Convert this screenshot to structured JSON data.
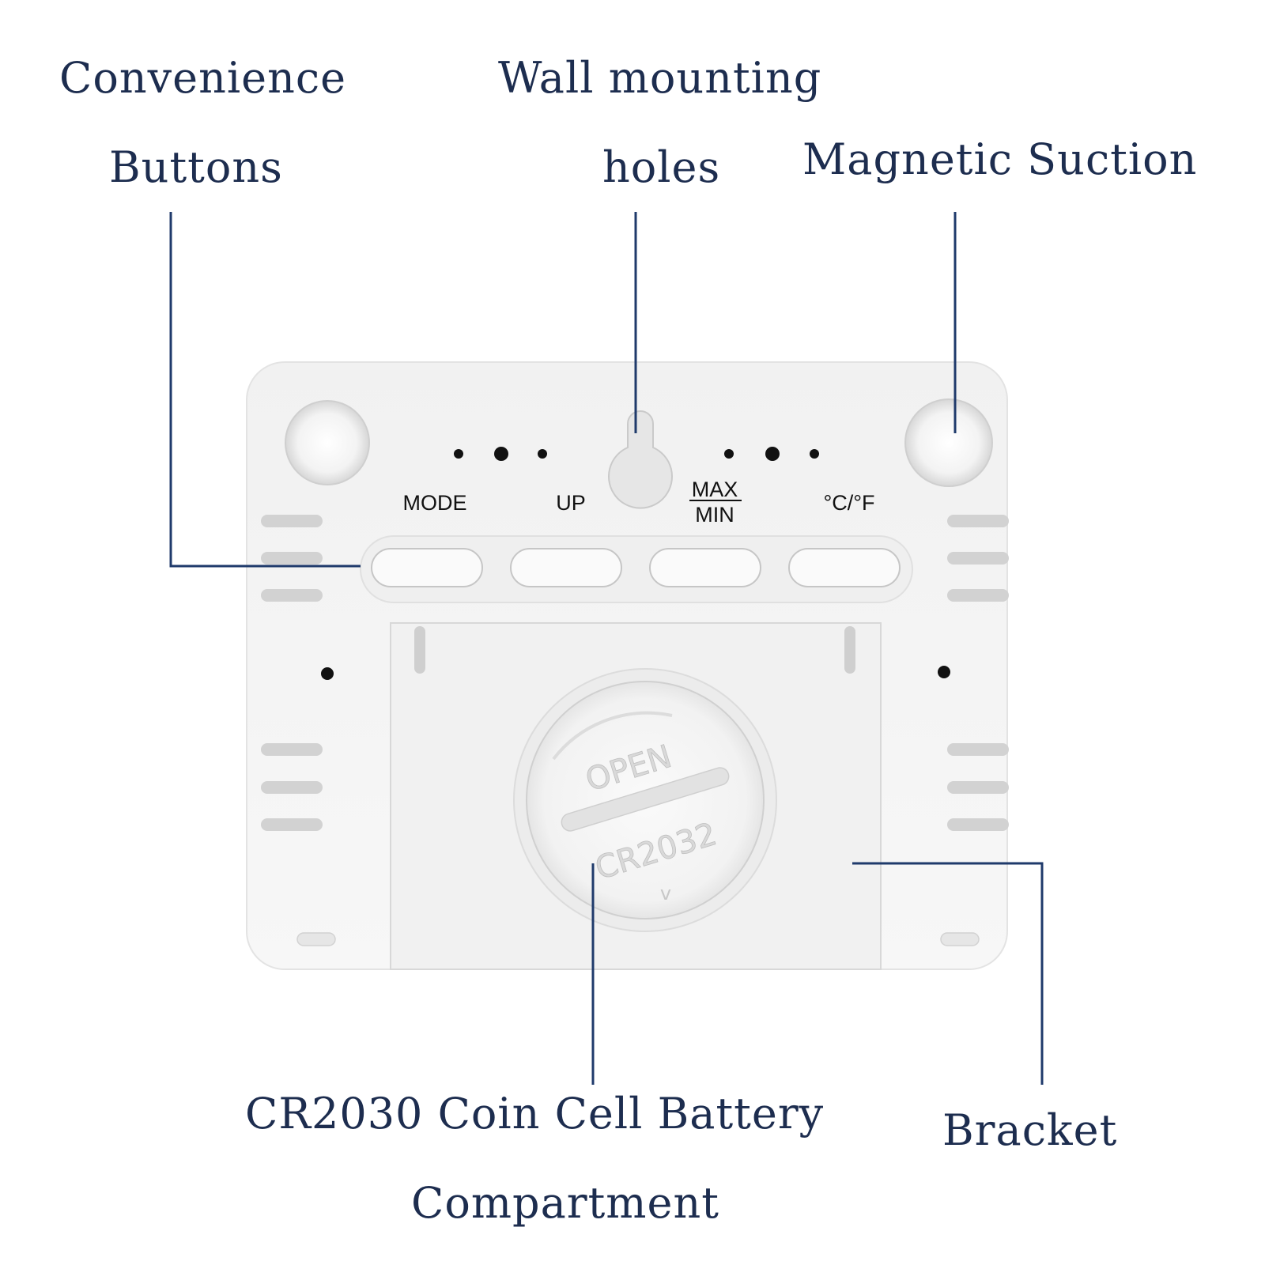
{
  "callouts": {
    "buttons": {
      "line1": "Convenience",
      "line2": "Buttons"
    },
    "wall_holes": {
      "line1": "Wall mounting",
      "line2": "holes"
    },
    "magnetic": {
      "line1": "Magnetic Suction"
    },
    "battery": {
      "line1": "CR2030 Coin Cell Battery",
      "line2": "Compartment"
    },
    "bracket": {
      "line1": "Bracket"
    }
  },
  "device": {
    "button_labels": {
      "mode": "MODE",
      "up": "UP",
      "max": "MAX",
      "min": "MIN",
      "unit": "°C/°F"
    },
    "battery_cover": {
      "open_text": "OPEN",
      "model_text": "CR2032"
    }
  },
  "colors": {
    "leader_line": "#1f3a6b",
    "label_text": "#1d2d4f",
    "device_body": "#f4f4f4"
  }
}
